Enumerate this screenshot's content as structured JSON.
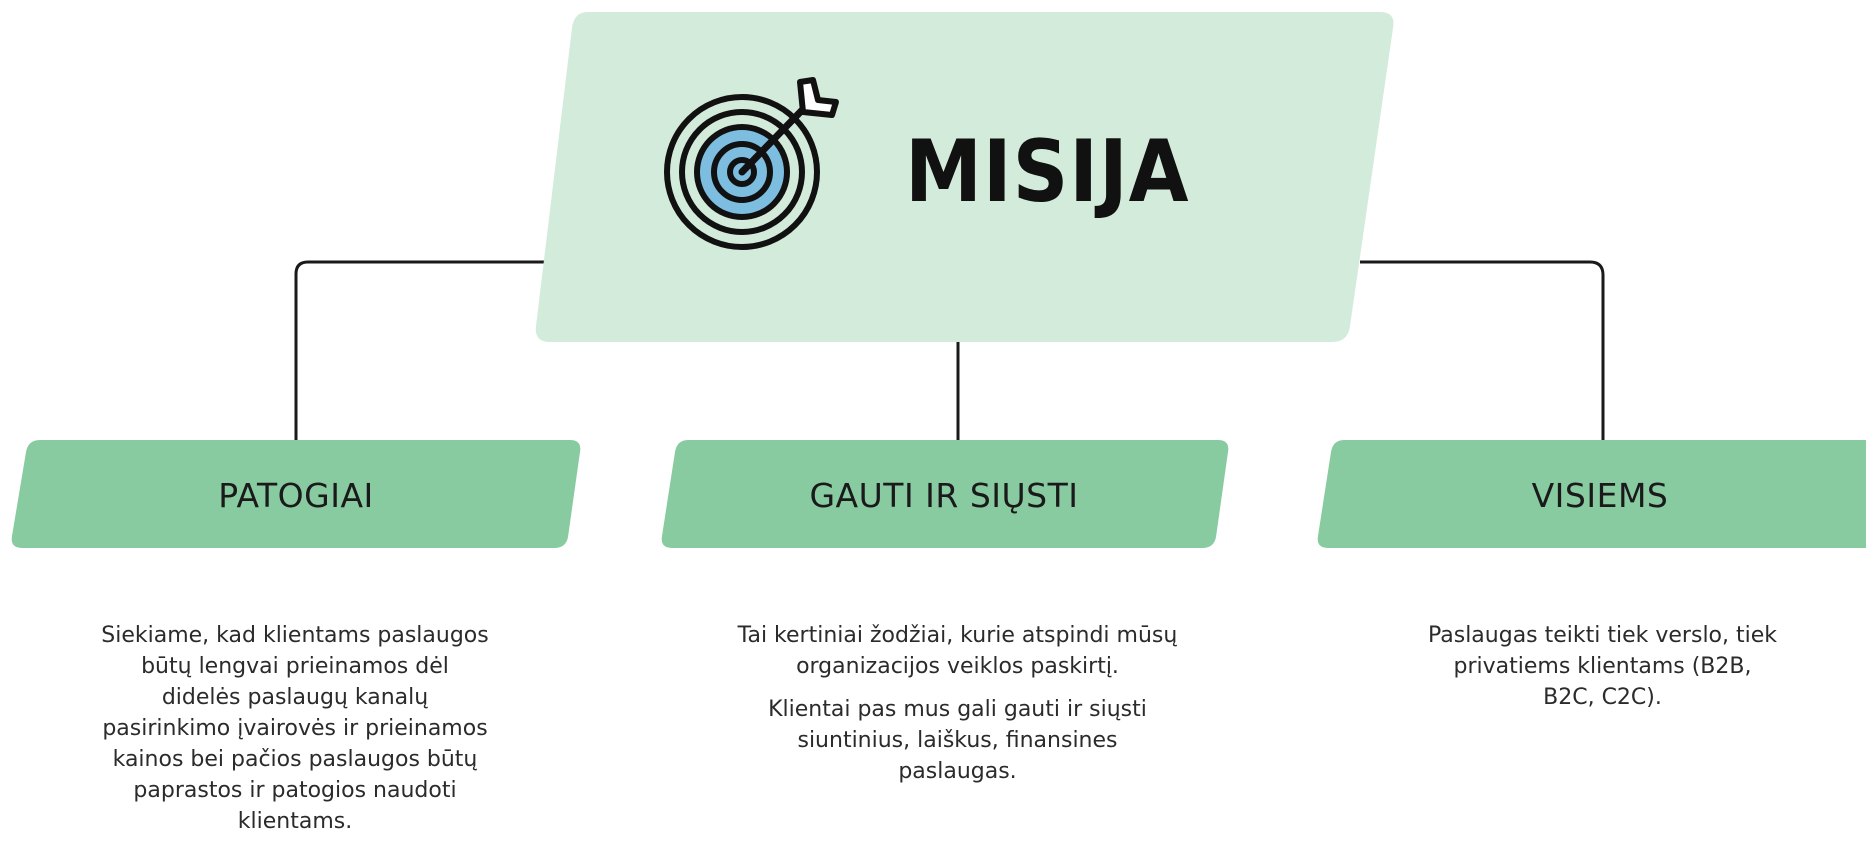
{
  "colors": {
    "mission_box_fill": "#d3ebdb",
    "category_box_fill": "#88cba1",
    "connector_line": "#1a1a1a",
    "icon_accent": "#7cbde0"
  },
  "mission": {
    "icon": "target-icon",
    "title": "MISIJA"
  },
  "columns": [
    {
      "title": "PATOGIAI",
      "description": [
        "Siekiame, kad klientams paslaugos būtų lengvai prieinamos dėl didelės paslaugų kanalų pasirinkimo įvairovės ir prieinamos kainos bei pačios paslaugos būtų paprastos ir patogios naudoti klientams."
      ]
    },
    {
      "title": "GAUTI IR SIŲSTI",
      "description": [
        "Tai kertiniai žodžiai, kurie atspindi mūsų organizacijos veiklos paskirtį.",
        "Klientai pas mus gali gauti ir siųsti siuntinius, laiškus, finansines paslaugas."
      ]
    },
    {
      "title": "VISIEMS",
      "description": [
        "Paslaugas teikti tiek verslo, tiek privatiems klientams (B2B, B2C, C2C)."
      ]
    }
  ]
}
